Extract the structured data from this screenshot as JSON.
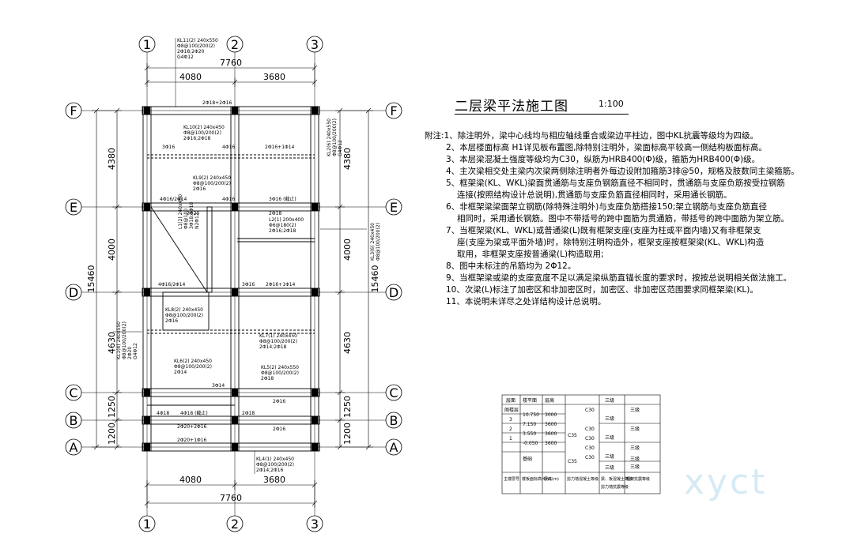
{
  "drawing": {
    "axes_top": [
      "1",
      "2",
      "3"
    ],
    "axes_bottom": [
      "1",
      "2",
      "3"
    ],
    "axes_left": [
      "F",
      "E",
      "D",
      "C",
      "B",
      "A"
    ],
    "axes_right": [
      "F",
      "E",
      "D",
      "C",
      "B",
      "A"
    ],
    "dims_top": {
      "total": "7760",
      "span1": "4080",
      "span2": "3680"
    },
    "dims_bottom": {
      "total": "7760",
      "span1": "4080",
      "span2": "3680"
    },
    "dims_left": {
      "total": "15460",
      "FE": "4380",
      "ED": "4000",
      "DC": "4630",
      "CB": "1250",
      "BA": "1200"
    },
    "dims_right": {
      "FE": "4380",
      "ED": "4000",
      "DC": "4630",
      "CB": "1250",
      "BA": "1200",
      "total": "15460"
    },
    "beams": [
      {
        "id": "kl11",
        "lines": [
          "KL11(2) 240x550",
          "Φ8@100/200(2)",
          "2Φ18;2Φ20",
          "G4Φ12"
        ]
      },
      {
        "id": "kl10",
        "lines": [
          "KL10(2) 240x450",
          "Φ8@100/200(2)",
          "2Φ16;2Φ18"
        ]
      },
      {
        "id": "kl9",
        "lines": [
          "KL9(2) 240x450",
          "Φ8@100/200(2)",
          "2Φ16"
        ]
      },
      {
        "id": "l2",
        "lines": [
          "L2(1) 200x400",
          "Φ6@180(2)",
          "2Φ16;2Φ18"
        ]
      },
      {
        "id": "l1",
        "lines": [
          "L1(2) 240x450",
          "Φ8@100",
          "3Φ18;3Φ18",
          "N2Φ12"
        ]
      },
      {
        "id": "kl8",
        "lines": [
          "KL8(2) 240x450",
          "Φ8@100/200(2)",
          "2Φ16"
        ]
      },
      {
        "id": "kl7",
        "lines": [
          "KL7(1) 240x450",
          "Φ8@100/200(2)",
          "2Φ14;2Φ18"
        ]
      },
      {
        "id": "kl6",
        "lines": [
          "KL6(2) 240x450",
          "Φ8@100/200(2)",
          "2Φ14"
        ]
      },
      {
        "id": "kl5",
        "lines": [
          "KL5(2) 240x550",
          "Φ8@100/200(2)",
          "2Φ18"
        ]
      },
      {
        "id": "kl4",
        "lines": [
          "KL4(1) 240x450",
          "Φ8@100/200(2)",
          "2Φ14;2Φ16"
        ]
      },
      {
        "id": "kl1",
        "lines": [
          "KL1(4) 240x550",
          "Φ8@100/200(2)",
          "2Φ20",
          "G4Φ12"
        ]
      },
      {
        "id": "kl3",
        "lines": [
          "KL3(6) 240x450",
          "Φ8@100/200(2)"
        ]
      },
      {
        "id": "kl2",
        "lines": [
          "KL2(6) 240x550",
          "Φ8@100/200(2)",
          "G4Φ12"
        ]
      }
    ],
    "rebar_marks": {
      "f_top": "2Φ18+2Φ16",
      "f_left": "3Φ16",
      "f_mid": "4Φ16",
      "f_right": "2Φ16+1Φ14",
      "e_left": "4Φ16/2Φ14",
      "e_mid": "4Φ16",
      "e_right": "3Φ16 (截止)",
      "d_left": "4Φ16/2Φ14",
      "d_mid": "3Φ16",
      "d_right": "2Φ16+1Φ14",
      "c_left": "2Φ20+2Φ16",
      "c_mid": "3Φ14",
      "c_right": "2Φ16",
      "b_left": "4Φ18",
      "b_mid": "4Φ18 (截止)",
      "b_right": "2Φ18",
      "a_left": "2Φ20+1Φ16",
      "a_right": "2Φ16",
      "e_mid2": "2Φ20",
      "l2_top": "2Φ18"
    }
  },
  "title": {
    "main": "二层梁平法施工图",
    "scale": "1:100"
  },
  "notes": [
    {
      "text": "附注:1、除注明外，梁中心线均与相应轴线重合或梁边平柱边，图中KL抗震等级均为四级。",
      "first": true
    },
    {
      "text": "2、本层楼面标高 H1详见板布置图,除特别注明外，梁面标高平较高一侧结构板面标高。"
    },
    {
      "text": "3、本层梁混凝土强度等级均为C30，纵筋为HRB400(Φ)级，箍筋为HRB400(Φ)级。"
    },
    {
      "text": "4、主次梁相交处主梁内次梁两侧除注明者外每边设附加箍筋3排@50，规格及肢数同主梁箍筋。"
    },
    {
      "text": "5、框架梁(KL、WKL)梁面贯通筋与支座负钢筋直径不相同时，贯通筋与支座负筋按受拉钢筋"
    },
    {
      "text": "连接(按照结构设计总说明),贯通筋与支座负筋直径相同时，采用通长钢筋。",
      "cont": true
    },
    {
      "text": "6、非框架梁梁面架立钢筋(除特殊注明外)与支座负筋搭接150;架立钢筋与支座负筋直径"
    },
    {
      "text": "相同时，采用通长钢筋。图中不带括号的跨中面筋为贯通筋，带括号的跨中面筋为架立筋。",
      "cont": true
    },
    {
      "text": "7、当框架梁(KL、WKL)或普通梁(L)既有框架支座(支座为柱或平面内墙)又有非框架支"
    },
    {
      "text": "座(支座为梁或平面外墙)时，除特别注明构造外，框架支座按框架梁(KL、WKL)构造",
      "cont": true
    },
    {
      "text": "取用，非框架支座按普通梁(L)构造取用;",
      "cont": true
    },
    {
      "text": "8、图中未标注的吊筋均为 2Φ12。"
    },
    {
      "text": "9、当框架梁或梁的支座宽度不足以满足梁纵筋直锚长度的要求时，按按总说明相关做法施工。"
    },
    {
      "text": "10、次梁(L)标注了加密区和非加密区时，加密区、非加密区范围要求同框架梁(KL)。"
    },
    {
      "text": "11、本说明未详尽之处详结构设计总说明。"
    }
  ],
  "schedule": {
    "header": [
      "层面",
      "楼平面",
      "层高",
      "C30",
      "三级",
      "三级"
    ],
    "rows": [
      {
        "floor": "阁楼层",
        "elev": "10.750",
        "height": "3000",
        "conc": "C30",
        "g1": "三级",
        "g2": "三级"
      },
      {
        "floor": "3",
        "elev": "7.150",
        "height": "3600",
        "conc": "C30",
        "g1": "三级",
        "g2": "三级"
      },
      {
        "floor": "2",
        "elev": "3.550",
        "height": "3600",
        "conc": "C30",
        "g1": "三级",
        "g2": "三级"
      },
      {
        "floor": "1",
        "elev": "-0.050",
        "height": "3600",
        "conc": "C30",
        "g1": "三级",
        "g2": "三级"
      }
    ],
    "base_label": "基础",
    "mid_conc": "C35",
    "low_conc": "C35",
    "footer": [
      "主楼层号",
      "楼板面标高H(m)",
      "层高(m)",
      "剪力墙混凝土等级",
      "梁、板混凝土等级",
      "剪力墙抗震等级",
      "框架抗震等级"
    ]
  },
  "watermark": "xyct"
}
